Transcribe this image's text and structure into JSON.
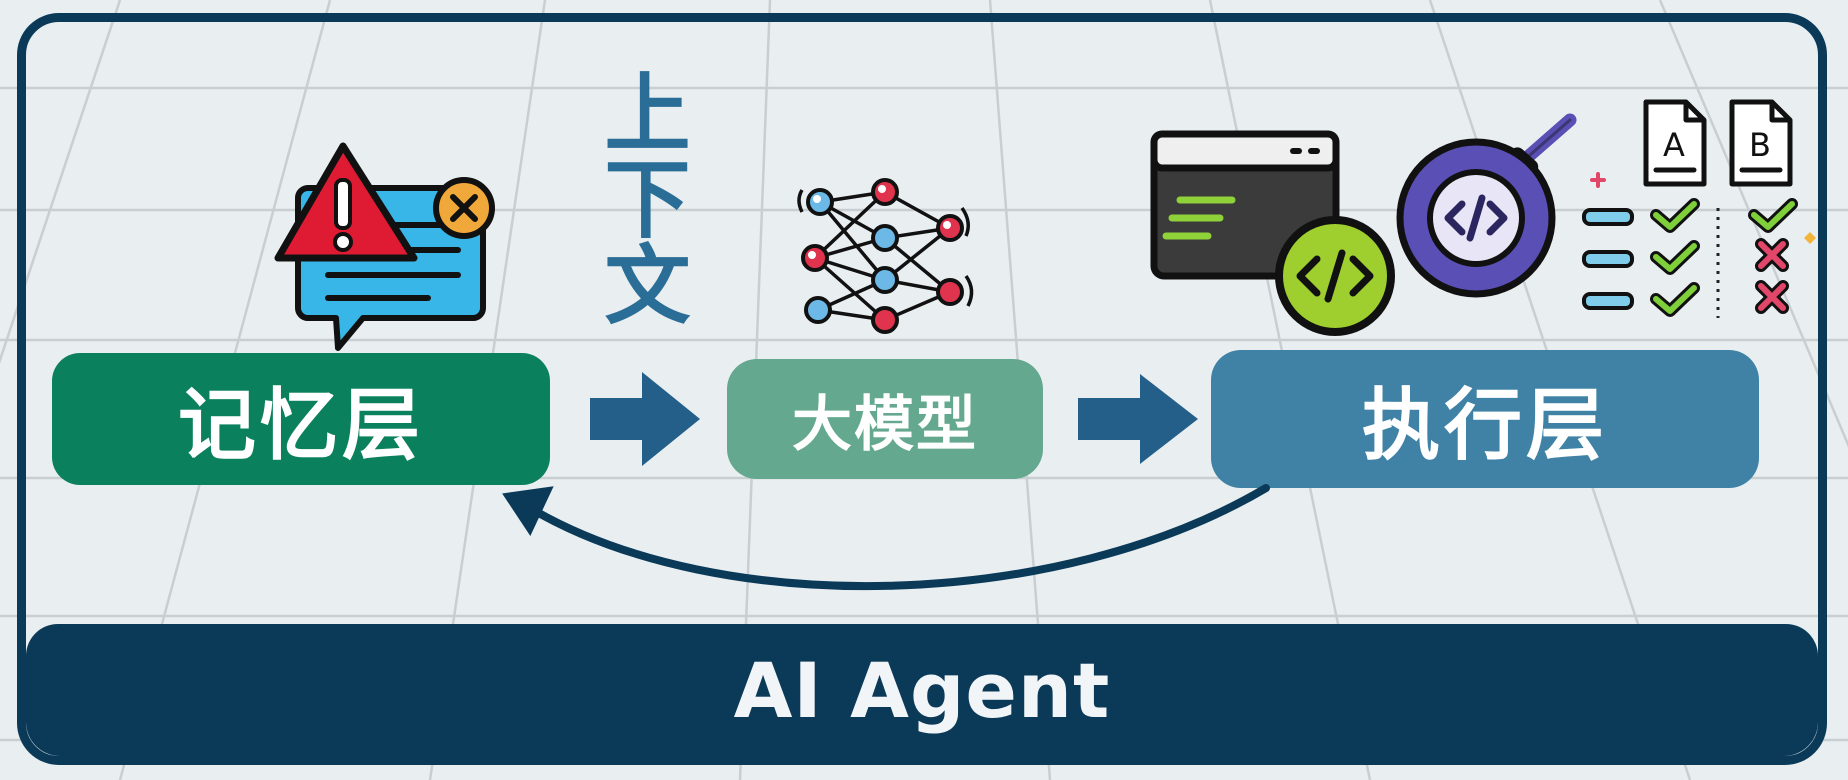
{
  "footer": {
    "title": "AI Agent"
  },
  "nodes": {
    "memory": {
      "label": "记忆层",
      "color": "#0a815c"
    },
    "llm": {
      "label": "大模型",
      "color": "#64a88f"
    },
    "execution": {
      "label": "执行层",
      "color": "#3f82a5"
    }
  },
  "edges": {
    "context_label": "上下文",
    "arrow_color": "#245f8a",
    "feedback_color": "#0b3a59"
  },
  "icons": {
    "document_a": "A",
    "document_b": "B",
    "names": [
      "warning-icon",
      "chat-bubble-icon",
      "close-icon",
      "neural-network-icon",
      "terminal-window-icon",
      "code-icon",
      "code-gear-icon",
      "document-icon",
      "check-icon",
      "cross-icon"
    ]
  },
  "colors": {
    "frame": "#0b3a59",
    "background": "#e9eef1"
  }
}
